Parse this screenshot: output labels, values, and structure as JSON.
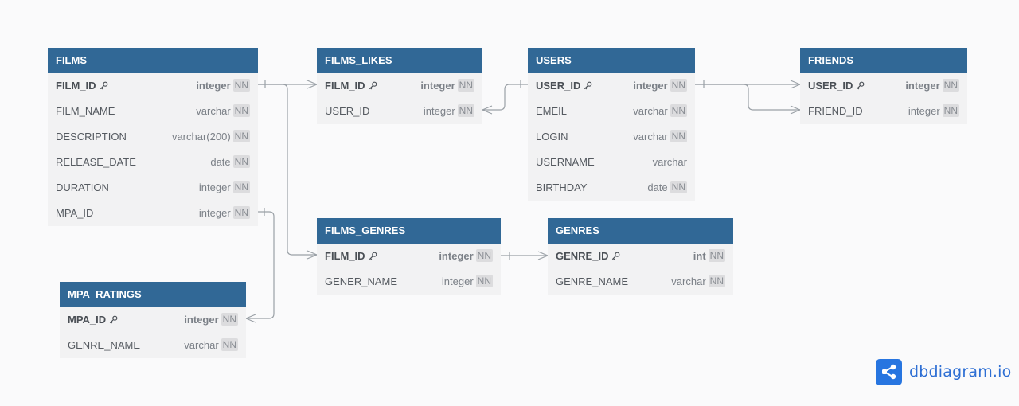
{
  "colors": {
    "header_bg": "#316896",
    "table_bg": "#f2f2f3",
    "canvas_bg": "#fafafb",
    "connector": "#9aa0a6",
    "brand": "#2775e0"
  },
  "tables": [
    {
      "id": "films",
      "name": "FILMS",
      "columns": [
        {
          "name": "FILM_ID",
          "type": "integer",
          "nn": "NN",
          "pk": true
        },
        {
          "name": "FILM_NAME",
          "type": "varchar",
          "nn": "NN",
          "pk": false
        },
        {
          "name": "DESCRIPTION",
          "type": "varchar(200)",
          "nn": "NN",
          "pk": false
        },
        {
          "name": "RELEASE_DATE",
          "type": "date",
          "nn": "NN",
          "pk": false
        },
        {
          "name": "DURATION",
          "type": "integer",
          "nn": "NN",
          "pk": false
        },
        {
          "name": "MPA_ID",
          "type": "integer",
          "nn": "NN",
          "pk": false
        }
      ]
    },
    {
      "id": "films_likes",
      "name": "FILMS_LIKES",
      "columns": [
        {
          "name": "FILM_ID",
          "type": "integer",
          "nn": "NN",
          "pk": true
        },
        {
          "name": "USER_ID",
          "type": "integer",
          "nn": "NN",
          "pk": false
        }
      ]
    },
    {
      "id": "users",
      "name": "USERS",
      "columns": [
        {
          "name": "USER_ID",
          "type": "integer",
          "nn": "NN",
          "pk": true
        },
        {
          "name": "EMEIL",
          "type": "varchar",
          "nn": "NN",
          "pk": false
        },
        {
          "name": "LOGIN",
          "type": "varchar",
          "nn": "NN",
          "pk": false
        },
        {
          "name": "USERNAME",
          "type": "varchar",
          "nn": "",
          "pk": false
        },
        {
          "name": "BIRTHDAY",
          "type": "date",
          "nn": "NN",
          "pk": false
        }
      ]
    },
    {
      "id": "friends",
      "name": "FRIENDS",
      "columns": [
        {
          "name": "USER_ID",
          "type": "integer",
          "nn": "NN",
          "pk": true
        },
        {
          "name": "FRIEND_ID",
          "type": "integer",
          "nn": "NN",
          "pk": false
        }
      ]
    },
    {
      "id": "films_genres",
      "name": "FILMS_GENRES",
      "columns": [
        {
          "name": "FILM_ID",
          "type": "integer",
          "nn": "NN",
          "pk": true
        },
        {
          "name": "GENER_NAME",
          "type": "integer",
          "nn": "NN",
          "pk": false
        }
      ]
    },
    {
      "id": "genres",
      "name": "GENRES",
      "columns": [
        {
          "name": "GENRE_ID",
          "type": "int",
          "nn": "NN",
          "pk": true
        },
        {
          "name": "GENRE_NAME",
          "type": "varchar",
          "nn": "NN",
          "pk": false
        }
      ]
    },
    {
      "id": "mpa_ratings",
      "name": "MPA_RATINGS",
      "columns": [
        {
          "name": "MPA_ID",
          "type": "integer",
          "nn": "NN",
          "pk": true
        },
        {
          "name": "GENRE_NAME",
          "type": "varchar",
          "nn": "NN",
          "pk": false
        }
      ]
    }
  ],
  "brand": {
    "name": "dbdiagram.io",
    "icon": "share-nodes-icon"
  }
}
